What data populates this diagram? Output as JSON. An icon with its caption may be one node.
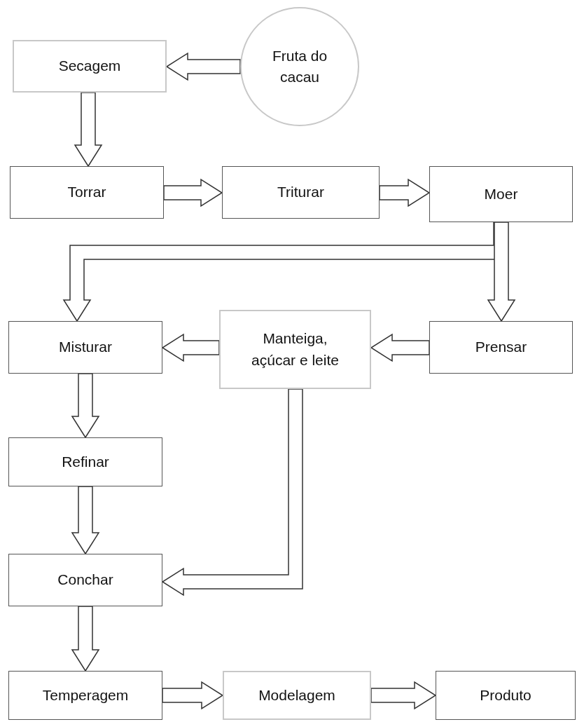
{
  "diagram": {
    "nodes": [
      {
        "text": [
          "Secagem"
        ]
      },
      {
        "text": [
          "Fruta do cacau"
        ]
      },
      {
        "text": [
          "Torrar"
        ]
      },
      {
        "text": [
          "Triturar"
        ]
      },
      {
        "text": [
          "Moer"
        ]
      },
      {
        "text": [
          "Misturar"
        ]
      },
      {
        "text": [
          "Manteiga, açúcar e leite"
        ]
      },
      {
        "text": [
          "Prensar"
        ]
      },
      {
        "text": [
          "Refinar"
        ]
      },
      {
        "text": [
          "Conchar"
        ]
      },
      {
        "text": [
          "Temperagem"
        ]
      },
      {
        "text": [
          "Modelagem"
        ]
      },
      {
        "text": [
          "Produto"
        ]
      }
    ],
    "edges": [
      {
        "from": 1,
        "to": 0,
        "arrow": "to"
      },
      {
        "from": 0,
        "to": 2,
        "arrow": "to"
      },
      {
        "from": 2,
        "to": 3,
        "arrow": "to"
      },
      {
        "from": 3,
        "to": 4,
        "arrow": "to"
      },
      {
        "from": 4,
        "to": 5,
        "arrow": "to"
      },
      {
        "from": 4,
        "to": 7,
        "arrow": "to"
      },
      {
        "from": 7,
        "to": 6,
        "arrow": "to"
      },
      {
        "from": 6,
        "to": 5,
        "arrow": "to"
      },
      {
        "from": 6,
        "to": 9,
        "arrow": "to"
      },
      {
        "from": 5,
        "to": 8,
        "arrow": "to"
      },
      {
        "from": 8,
        "to": 9,
        "arrow": "to"
      },
      {
        "from": 9,
        "to": 10,
        "arrow": "to"
      },
      {
        "from": 10,
        "to": 11,
        "arrow": "to"
      },
      {
        "from": 11,
        "to": 12,
        "arrow": "to"
      }
    ]
  }
}
